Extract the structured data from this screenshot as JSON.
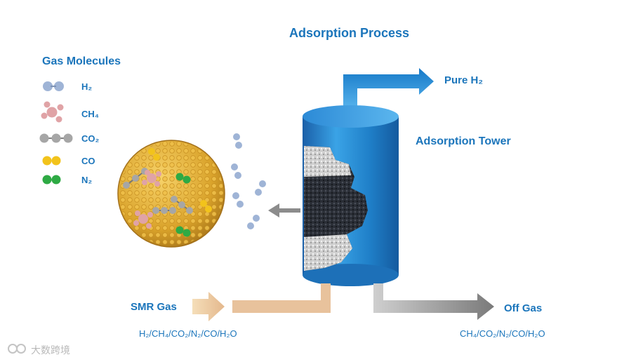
{
  "title": "Adsorption Process",
  "legend": {
    "title": "Gas Molecules",
    "items": [
      {
        "label": "H₂",
        "color": "#9fb4d6"
      },
      {
        "label": "CH₄",
        "color": "#e0a3a6"
      },
      {
        "label": "CO₂",
        "color": "#a6a6a6"
      },
      {
        "label": "CO",
        "color": "#f2c31b"
      },
      {
        "label": "N₂",
        "color": "#2eaa44"
      }
    ]
  },
  "outputs": {
    "pure_label": "Pure H₂",
    "tower_label": "Adsorption Tower",
    "off_label": "Off Gas",
    "off_composition": "CH₄/CO₂/N₂/CO/H₂O"
  },
  "inputs": {
    "smr_label": "SMR Gas",
    "smr_composition": "H₂/CH₄/CO₂/N₂/CO/H₂O"
  },
  "watermark": "大数跨境",
  "colors": {
    "text_blue": "#1b75bb",
    "tower_blue": "#1f7fc8",
    "pure_arrow": "#1d8ad6",
    "smr_arrow": "#e8c29c",
    "off_arrow": "#8e8e8e"
  }
}
